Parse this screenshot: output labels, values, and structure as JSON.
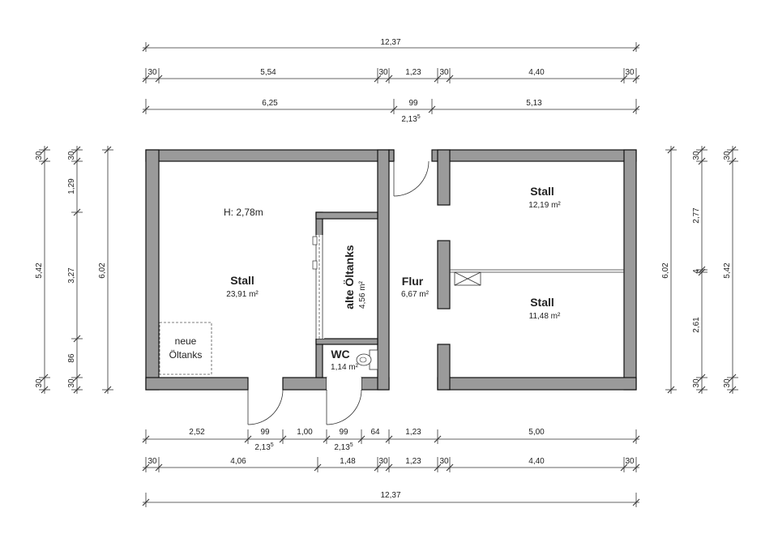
{
  "rooms": {
    "stall_big": {
      "name": "Stall",
      "area": "23,91 m²",
      "height": "H: 2,78m"
    },
    "oeltanks": {
      "name": "alte Öltanks",
      "area": "4,56 m²"
    },
    "wc": {
      "name": "WC",
      "area": "1,14 m²"
    },
    "flur": {
      "name": "Flur",
      "area": "6,67 m²"
    },
    "stall_top": {
      "name": "Stall",
      "area": "12,19 m²"
    },
    "stall_bottom": {
      "name": "Stall",
      "area": "11,48 m²"
    },
    "neue_oeltanks": {
      "line1": "neue",
      "line2": "Öltanks"
    }
  },
  "dims_top": {
    "total": "12,37",
    "row2": [
      "30",
      "5,54",
      "30",
      "1,23",
      "30",
      "4,40",
      "30"
    ],
    "row3": [
      "6,25",
      "99",
      "5,13"
    ],
    "door_height": {
      "main": "2,13",
      "sup": "5"
    }
  },
  "dims_bottom": {
    "row1": [
      "2,52",
      "99",
      "1,00",
      "99",
      "64",
      "1,23",
      "5,00"
    ],
    "door1_height": {
      "main": "2,13",
      "sup": "5"
    },
    "door2_height": {
      "main": "2,13",
      "sup": "5"
    },
    "row2": [
      "30",
      "4,06",
      "1,48",
      "30",
      "1,23",
      "30",
      "4,40",
      "30"
    ],
    "total": "12,37"
  },
  "dims_left": {
    "inner": [
      "30",
      "1,29",
      "3,27",
      "86",
      "30"
    ],
    "middle": "5,42",
    "outer": "6,02"
  },
  "dims_right": {
    "inner": [
      "30",
      "2,77",
      "4",
      "2,61",
      "30"
    ],
    "middle": "5,42",
    "outer": "6,02"
  }
}
